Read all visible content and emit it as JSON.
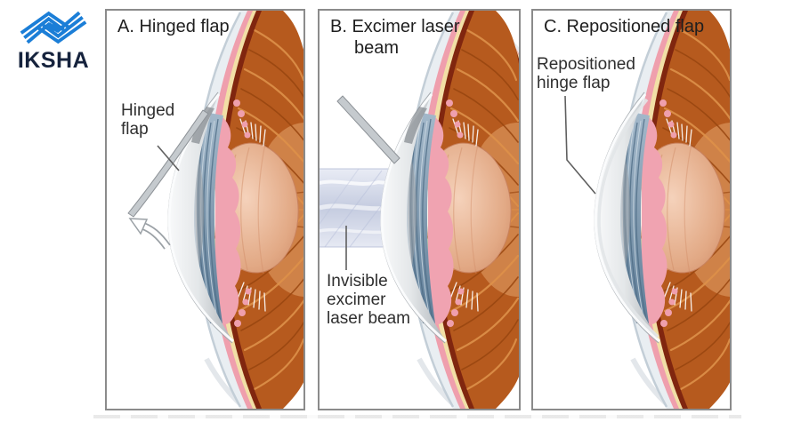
{
  "logo": {
    "brand": "IKSHA"
  },
  "panels": {
    "a": {
      "title": "A. Hinged flap",
      "flap_label_line1": "Hinged",
      "flap_label_line2": "flap"
    },
    "b": {
      "title_line1": "B. Excimer laser",
      "title_line2": "beam",
      "beam_label_line1": "Invisible",
      "beam_label_line2": "excimer",
      "beam_label_line3": "laser beam"
    },
    "c": {
      "title": "C. Repositioned flap",
      "flap_label_line1": "Repositioned",
      "flap_label_line2": "hinge flap"
    }
  },
  "colors": {
    "logo_blue": "#1B7ED7",
    "logo_navy": "#16233D",
    "panel_border": "#8B8B8B",
    "label_text": "#2F2F2F",
    "eye_sclera": "#E9EEF2",
    "eye_choroid_pink": "#EF9FAD",
    "eye_retina_cream": "#F2DFA6",
    "eye_maroon": "#80260F",
    "eye_vitreous_orange": "#B65A1E",
    "eye_iris_blue": "#7E98AE",
    "eye_lens": "#E2A985",
    "eye_cornea_gray": "#C9CED2",
    "laser_beam": "#C5CCE0"
  }
}
